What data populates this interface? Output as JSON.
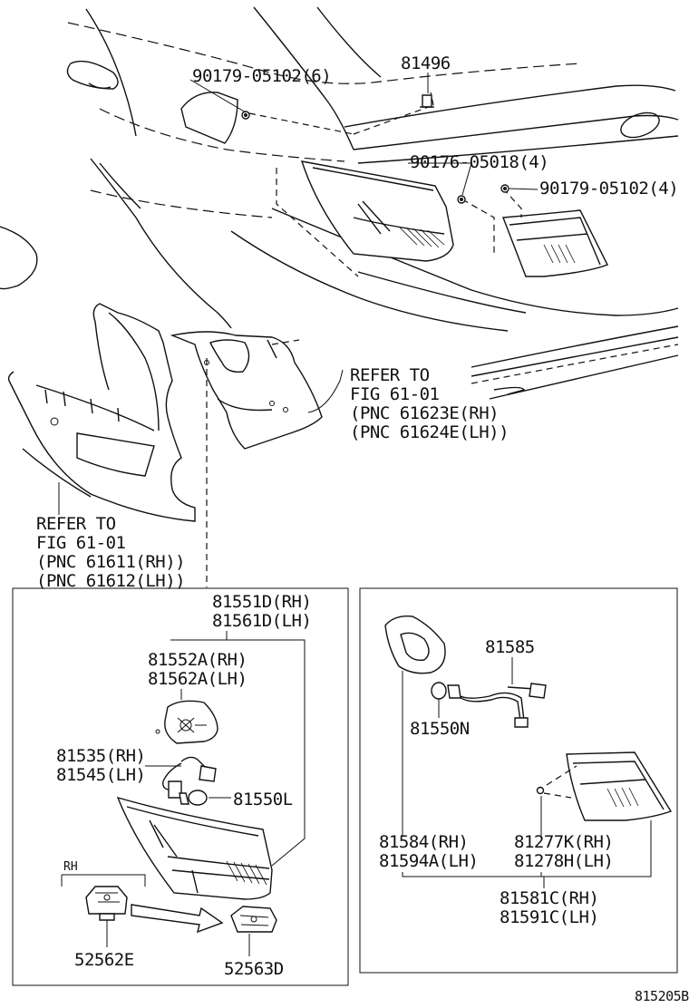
{
  "labels": {
    "p90179_6": "90179-05102(6)",
    "p81496": "81496",
    "p90176": "90176-05018(4)",
    "p90179_4": "90179-05102(4)",
    "refer_r1": "REFER TO",
    "refer_r2": "FIG 61-01",
    "refer_r3": "(PNC 61623E(RH)",
    "refer_r4": "(PNC 61624E(LH))",
    "refer_l1": "REFER TO",
    "refer_l2": "FIG 61-01",
    "refer_l3": "(PNC 61611(RH))",
    "refer_l4": "(PNC 61612(LH))",
    "p81551d": "81551D(RH)",
    "p81561d": "81561D(LH)",
    "p81552a": "81552A(RH)",
    "p81562a": "81562A(LH)",
    "p81535": "81535(RH)",
    "p81545": "81545(LH)",
    "p81550l": "81550L",
    "rh": "RH",
    "p52562e": "52562E",
    "p52563d": "52563D",
    "p81585": "81585",
    "p81550n": "81550N",
    "p81584": "81584(RH)",
    "p81594a": "81594A(LH)",
    "p81277k": "81277K(RH)",
    "p81278h": "81278H(LH)",
    "p81581c": "81581C(RH)",
    "p81591c": "81591C(LH)",
    "fig_code": "815205B"
  }
}
